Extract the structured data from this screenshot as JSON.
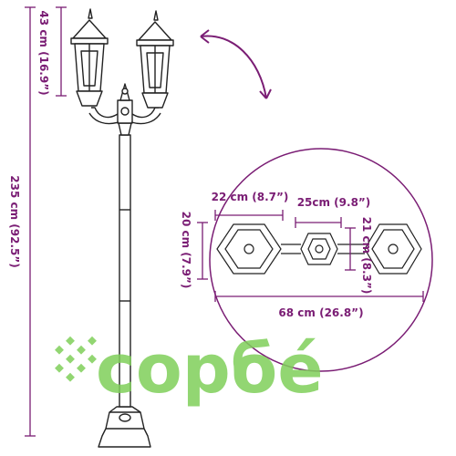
{
  "dimensions": {
    "total_height": "235 cm (92.5”)",
    "lantern_height": "43 cm (16.9”)",
    "lantern_width": "22 cm (8.7”)",
    "center_width": "25cm (9.8”)",
    "depth": "21 cm (8.3”)",
    "base_height": "20 cm (7.9”)",
    "total_width": "68 cm (26.8”)"
  },
  "watermark": {
    "text": "copбé"
  },
  "colors": {
    "accent": "#7a1d74",
    "line": "#222222",
    "watermark": "#7fcf5a"
  },
  "icons": {
    "rotate": "curved-double-arrow-icon",
    "logo_mark": "diamond-dots-icon"
  }
}
